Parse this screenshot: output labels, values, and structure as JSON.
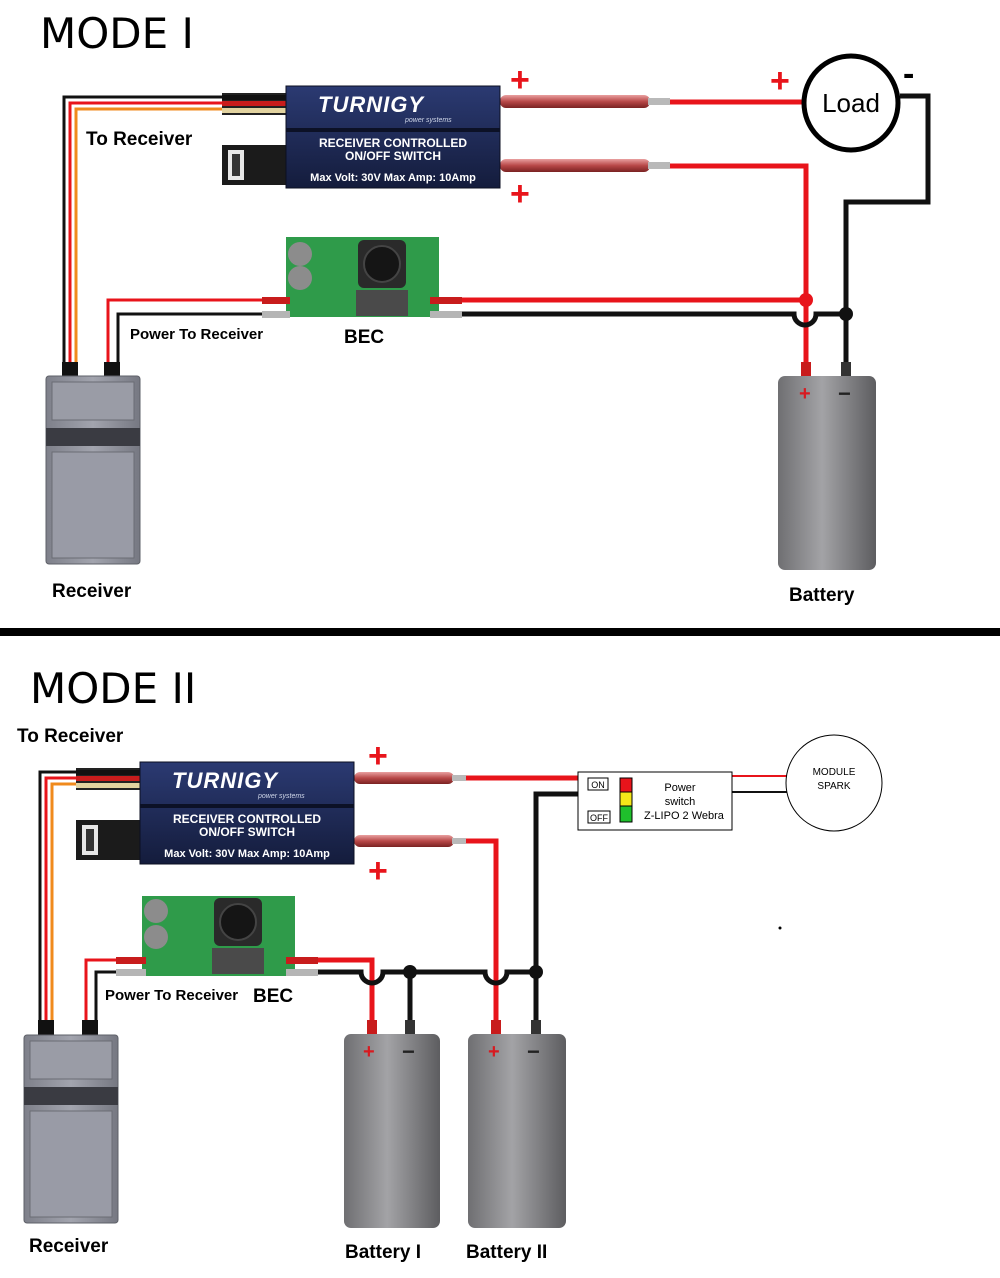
{
  "mode1": {
    "title": "MODE I",
    "to_receiver": "To Receiver",
    "power_to_receiver": "Power To Receiver",
    "bec": "BEC",
    "receiver": "Receiver",
    "battery": "Battery",
    "load": "Load",
    "plus": "+",
    "minus": "-"
  },
  "mode2": {
    "title": "MODE II",
    "to_receiver": "To Receiver",
    "power_to_receiver": "Power To Receiver",
    "bec": "BEC",
    "receiver": "Receiver",
    "battery1": "Battery  I",
    "battery2": "Battery  II",
    "plus": "+",
    "power_switch_line1": "Power",
    "power_switch_line2": "switch",
    "power_switch_line3": "Z-LIPO 2  Webra",
    "on": "ON",
    "off": "OFF",
    "module_line1": "MODULE",
    "module_line2": "SPARK"
  },
  "switch_module": {
    "brand": "TURNIGY",
    "brand_sub": "power systems",
    "line1": "RECEIVER CONTROLLED",
    "line2": "ON/OFF SWITCH",
    "specs": "Max Volt: 30V   Max Amp: 10Amp"
  },
  "battery_terminals": {
    "plus": "+",
    "minus": "−"
  },
  "colors": {
    "red_wire": "#e8141b",
    "black_wire": "#111111",
    "orange_wire": "#f08a1c",
    "switch_body": "#1e2a55",
    "bec_board": "#2f9b4a",
    "battery_body": "#8a8a8c",
    "receiver_body": "#8d8f98"
  }
}
